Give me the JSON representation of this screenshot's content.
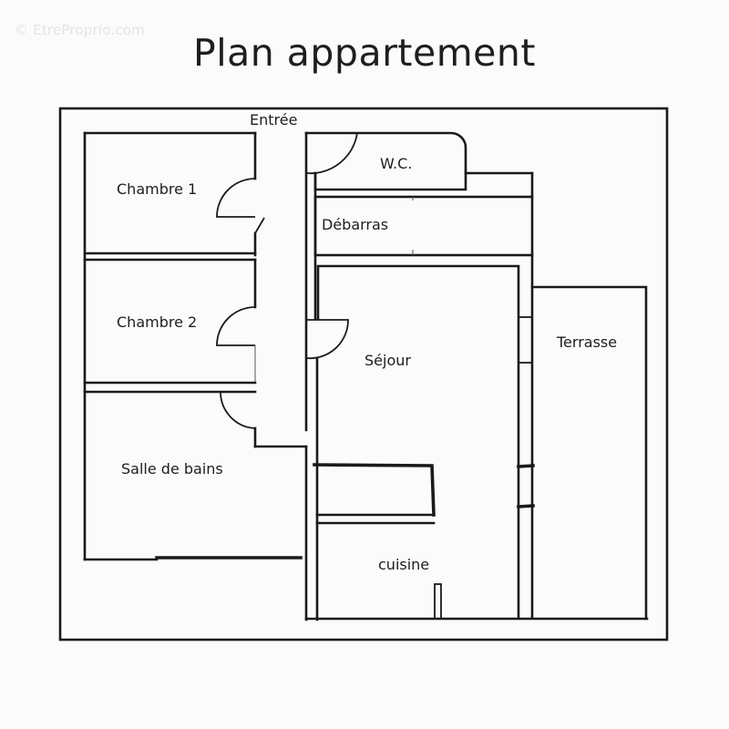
{
  "watermark": "© EtreProprio.com",
  "title": "Plan appartement",
  "rooms": {
    "entree": "Entrée",
    "chambre1": "Chambre 1",
    "chambre2": "Chambre 2",
    "salle_de_bains": "Salle de bains",
    "wc": "W.C.",
    "debarras": "Débarras",
    "sejour": "Séjour",
    "cuisine": "cuisine",
    "terrasse": "Terrasse"
  },
  "colors": {
    "background": "#fbfbfb",
    "wall": "#1a1a1a",
    "text": "#1e1e1e",
    "watermark": "#e4e4e4"
  }
}
